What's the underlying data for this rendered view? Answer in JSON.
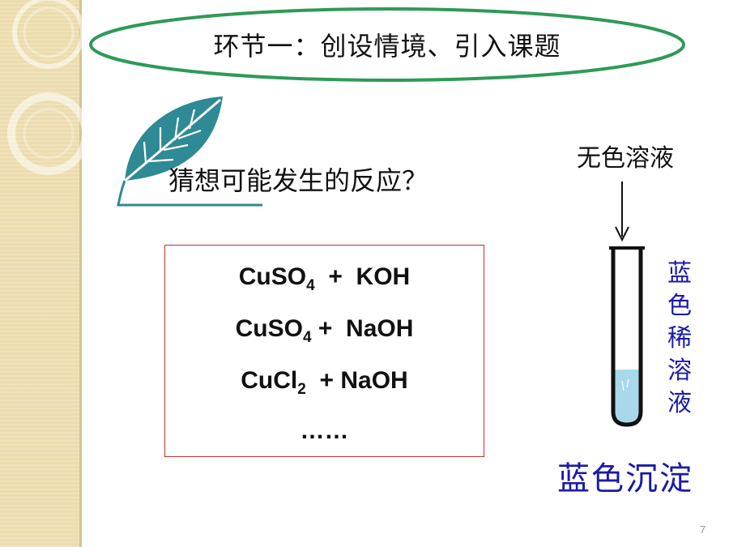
{
  "slide": {
    "title": "环节一：创设情境、引入课题",
    "question": "猜想可能发生的反应？",
    "equations": [
      {
        "a": "CuSO",
        "sub": "4",
        "b": "  +  KOH"
      },
      {
        "a": "CuSO",
        "sub": "4",
        "b": " +  NaOH"
      },
      {
        "a": "CuCl",
        "sub": "2",
        "b": "  + NaOH"
      },
      {
        "a": "……",
        "sub": "",
        "b": ""
      }
    ],
    "colorless_label": "无色溶液",
    "blue_solution_chars": [
      "蓝",
      "色",
      "稀",
      "溶",
      "液"
    ],
    "precipitate_label": "蓝色沉淀",
    "page_number": "7"
  },
  "colors": {
    "ellipse_stroke": "#2e9a57",
    "box_border": "#c03030",
    "blue_text": "#1a1aa8",
    "leaf": "#2e8a94",
    "solution": "#a8d8ea",
    "side_strip": "#ecdcae"
  },
  "icons": {
    "leaf": "leaf-icon",
    "arrow": "down-arrow-icon",
    "test_tube": "test-tube-icon"
  }
}
